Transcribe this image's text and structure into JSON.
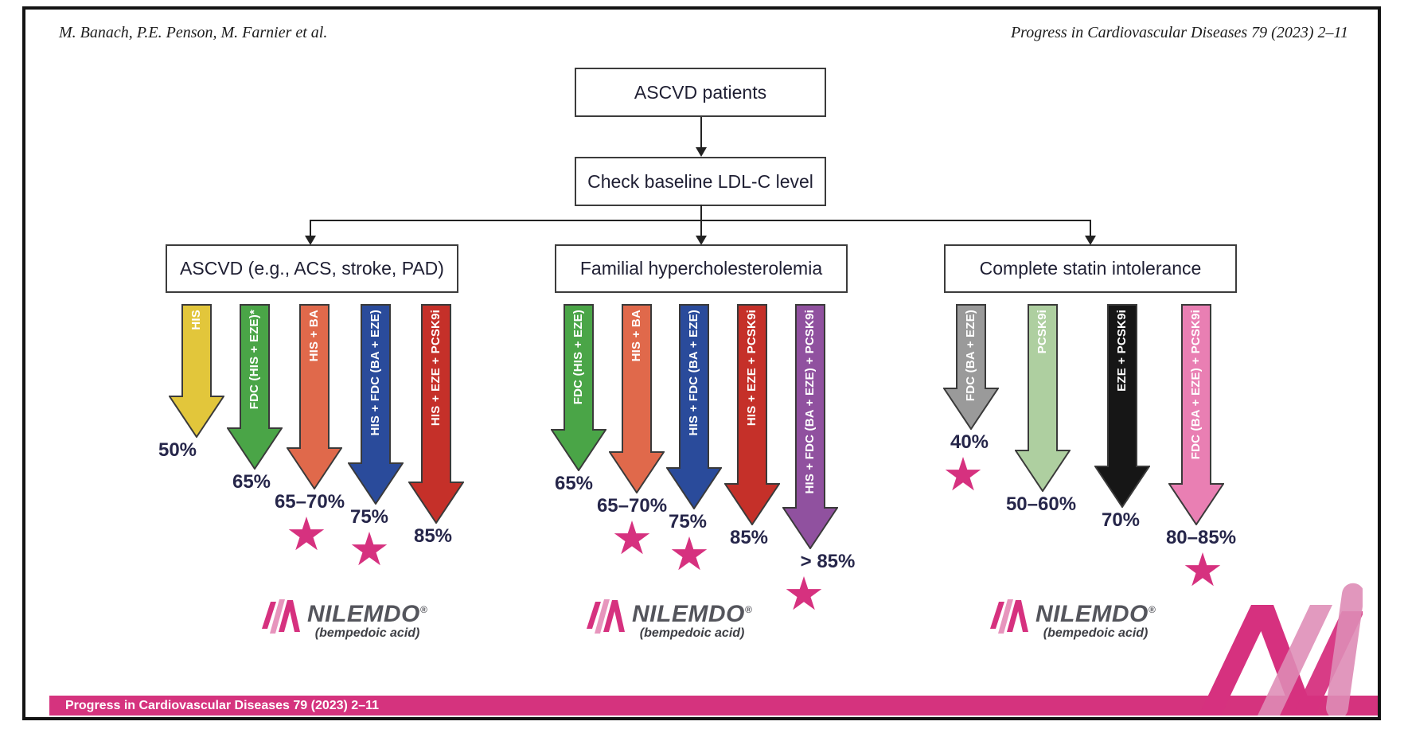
{
  "header": {
    "authors": "M. Banach, P.E. Penson, M. Farnier et al.",
    "journal_ref": "Progress in Cardiovascular Diseases 79 (2023) 2–11"
  },
  "flowchart": {
    "root": "ASCVD patients",
    "step2": "Check baseline LDL-C level",
    "groups": [
      {
        "title": "ASCVD (e.g., ACS, stroke, PAD)",
        "arrows": [
          {
            "label": "HIS",
            "pct": "50%",
            "color": "#E2C63B",
            "star": false
          },
          {
            "label": "FDC (HIS + EZE)*",
            "pct": "65%",
            "color": "#4AA547",
            "star": false
          },
          {
            "label": "HIS + BA",
            "pct": "65–70%",
            "color": "#E0694B",
            "star": true
          },
          {
            "label": "HIS + FDC (BA + EZE)",
            "pct": "75%",
            "color": "#2A4B9B",
            "star": true
          },
          {
            "label": "HIS + EZE + PCSK9i",
            "pct": "85%",
            "color": "#C53029",
            "star": false
          }
        ]
      },
      {
        "title": "Familial hypercholesterolemia",
        "arrows": [
          {
            "label": "FDC (HIS + EZE)",
            "pct": "65%",
            "color": "#4AA547",
            "star": false
          },
          {
            "label": "HIS + BA",
            "pct": "65–70%",
            "color": "#E0694B",
            "star": true
          },
          {
            "label": "HIS + FDC (BA + EZE)",
            "pct": "75%",
            "color": "#2A4B9B",
            "star": true
          },
          {
            "label": "HIS + EZE + PCSK9i",
            "pct": "85%",
            "color": "#C53029",
            "star": false
          },
          {
            "label": "HIS + FDC (BA + EZE) + PCSK9i",
            "pct": "> 85%",
            "color": "#90519F",
            "star": true
          }
        ]
      },
      {
        "title": "Complete statin intolerance",
        "arrows": [
          {
            "label": "FDC (BA + EZE)",
            "pct": "40%",
            "color": "#9A9A9A",
            "star": true
          },
          {
            "label": "PCSK9i",
            "pct": "50–60%",
            "color": "#AECFA0",
            "star": false
          },
          {
            "label": "EZE + PCSK9i",
            "pct": "70%",
            "color": "#161616",
            "star": false
          },
          {
            "label": "FDC (BA + EZE) + PCSK9i",
            "pct": "80–85%",
            "color": "#E97FB3",
            "star": true
          }
        ]
      }
    ]
  },
  "logo": {
    "brand": "NILEMDO",
    "registered": "®",
    "subtitle": "(bempedoic acid)"
  },
  "banner": {
    "text": "Progress in Cardiovascular Diseases 79 (2023) 2–11"
  },
  "colors": {
    "star": "#D6317F",
    "banner": "#D5337E",
    "ribbon_dark": "#D6317F",
    "ribbon_light": "#DE8CB6",
    "arrow_outline": "#3A3A3A",
    "logo_mark_dark": "#D6317F",
    "logo_mark_light": "#E489B6"
  }
}
